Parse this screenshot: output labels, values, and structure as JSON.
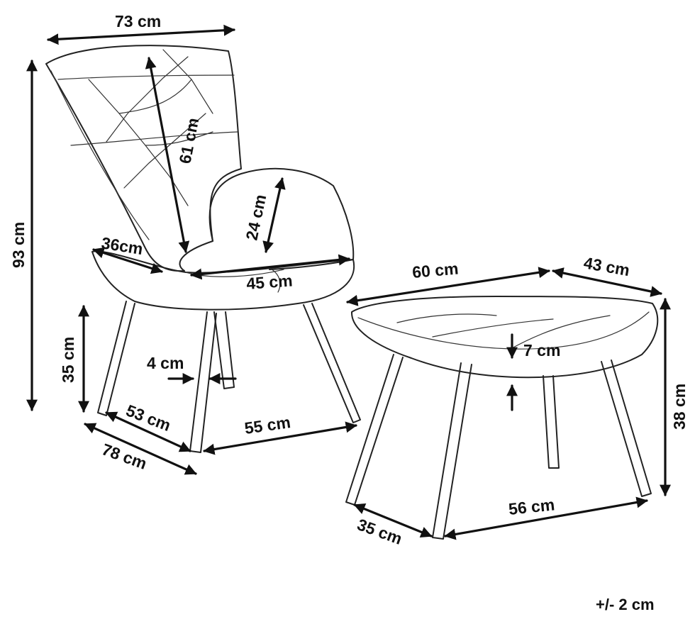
{
  "dimensions": {
    "chair_width": "73 cm",
    "chair_height": "93 cm",
    "backrest_height": "61 cm",
    "armrest_height": "24 cm",
    "arm_depth": "36cm",
    "seat_width": "45 cm",
    "seat_height": "35 cm",
    "leg_diameter": "4 cm",
    "seat_depth": "53 cm",
    "chair_depth": "78 cm",
    "chair_leg_span": "55 cm",
    "ottoman_width": "60 cm",
    "ottoman_depth": "43 cm",
    "cushion_thickness": "7 cm",
    "ottoman_height": "38 cm",
    "ottoman_leg_span": "56 cm",
    "ottoman_leg_depth": "35 cm"
  },
  "tolerance": "+/- 2 cm"
}
